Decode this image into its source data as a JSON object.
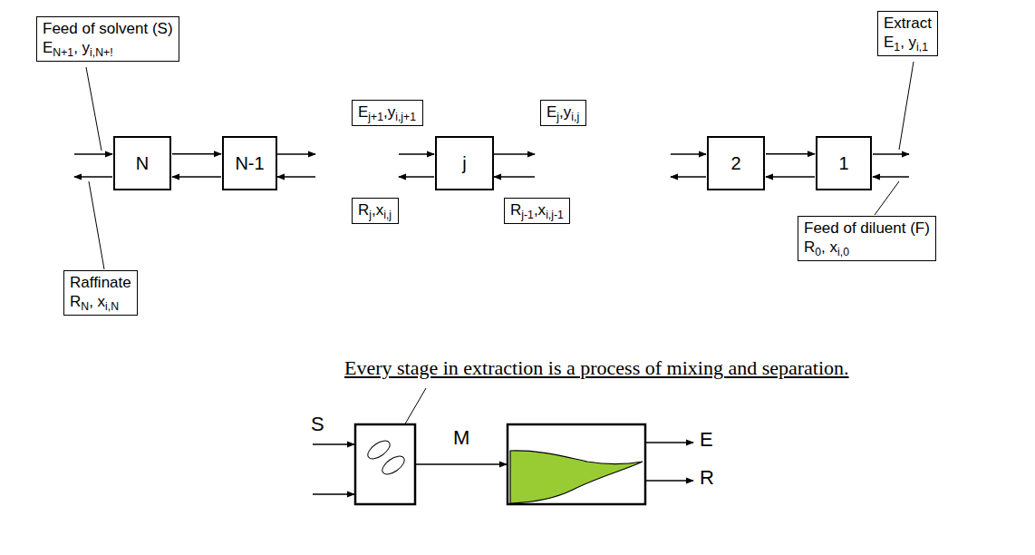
{
  "diagram": {
    "nodes": [
      {
        "text": [
          "Feed of solvent (S)",
          "EN+1, yi,N+!"
        ]
      },
      {
        "text": [
          "Ej+1,yi,j+1"
        ]
      },
      {
        "text": [
          "Ej,yi,j"
        ]
      },
      {
        "text": [
          "Extract",
          "E1, yi,1"
        ]
      },
      {
        "text": [
          "N"
        ]
      },
      {
        "text": [
          "N-1"
        ]
      },
      {
        "text": [
          "j"
        ]
      },
      {
        "text": [
          "2"
        ]
      },
      {
        "text": [
          "1"
        ]
      },
      {
        "text": [
          "Rj,xi,j"
        ]
      },
      {
        "text": [
          "Rj-1,xi,j-1"
        ]
      },
      {
        "text": [
          "Feed of diluent (F)",
          "R0, xi,0"
        ]
      },
      {
        "text": [
          "Raffinate",
          "RN, xi,N"
        ]
      }
    ],
    "edges": [
      {
        "from": 4,
        "to": 5,
        "arrow": "to"
      },
      {
        "from": 5,
        "to": 4,
        "arrow": "to"
      },
      {
        "from": 7,
        "to": 8,
        "arrow": "to"
      },
      {
        "from": 8,
        "to": 7,
        "arrow": "to"
      }
    ],
    "labels": [
      "Every stage in extraction is a process of mixing and separation.",
      "S",
      "M",
      "E",
      "R"
    ]
  }
}
